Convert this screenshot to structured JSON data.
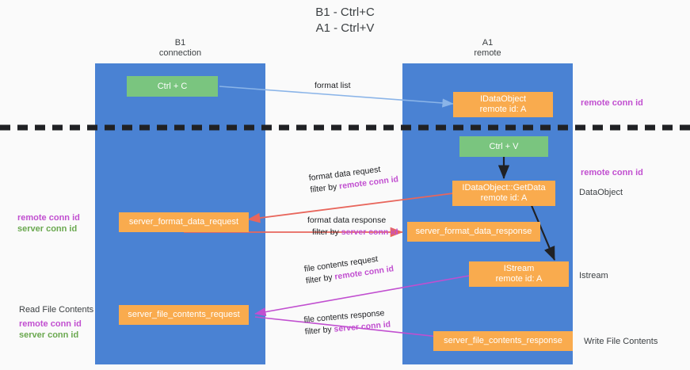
{
  "title": "B1 - Ctrl+C\nA1 - Ctrl+V",
  "columns": [
    {
      "name": "b1",
      "label": "B1\nconnection"
    },
    {
      "name": "a1",
      "label": "A1\nremote"
    }
  ],
  "nodes": [
    {
      "name": "ctrl-c-node",
      "label": "Ctrl + C"
    },
    {
      "name": "idataobject-node",
      "label": "IDataObject\nremote id: A"
    },
    {
      "name": "ctrl-v-node",
      "label": "Ctrl + V"
    },
    {
      "name": "idataobject-getdata-node",
      "label": "IDataObject::GetData\nremote id: A"
    },
    {
      "name": "server-format-data-request-node",
      "label": "server_format_data_request"
    },
    {
      "name": "server-format-data-response-node",
      "label": "server_format_data_response"
    },
    {
      "name": "istream-node",
      "label": "IStream\nremote id: A"
    },
    {
      "name": "server-file-contents-request-node",
      "label": "server_file_contents_request"
    },
    {
      "name": "server-file-contents-response-node",
      "label": "server_file_contents_response"
    }
  ],
  "edge_labels": {
    "format_list": "format list",
    "format_data_request": "format data request",
    "format_data_request_filter_prefix": "filter by ",
    "format_data_request_filter_id": "remote conn id",
    "format_data_response": "format data response",
    "format_data_response_filter_prefix": "filter by ",
    "format_data_response_filter_id": "server conn id",
    "file_contents_request": "file contents request",
    "file_contents_request_filter_prefix": "filter by ",
    "file_contents_request_filter_id": "remote conn id",
    "file_contents_response": "file contents response",
    "file_contents_response_filter_prefix": "filter by ",
    "file_contents_response_filter_id": "server conn id"
  },
  "side_labels": {
    "left_remote_conn_id": "remote conn id",
    "left_server_conn_id": "server conn id",
    "read_file_contents": "Read File Contents",
    "left_bottom_remote_conn_id": "remote conn id",
    "left_bottom_server_conn_id": "server conn id",
    "right_remote_conn_id_top": "remote conn id",
    "right_remote_conn_id_mid": "remote conn id",
    "data_object": "DataObject",
    "istream": "Istream",
    "write_file_contents": "Write File Contents"
  },
  "colors": {
    "lane": "#4a82d3",
    "node_orange": "#f9ab4e",
    "node_green": "#7ac57f",
    "accent_purple": "#c14fd0",
    "accent_green": "#6aa84f",
    "arrow_blue": "#8ab4e8",
    "arrow_red": "#e8665c",
    "arrow_magenta": "#c14fd0",
    "arrow_black": "#202124",
    "divider": "#202124",
    "background": "#fafafa"
  }
}
